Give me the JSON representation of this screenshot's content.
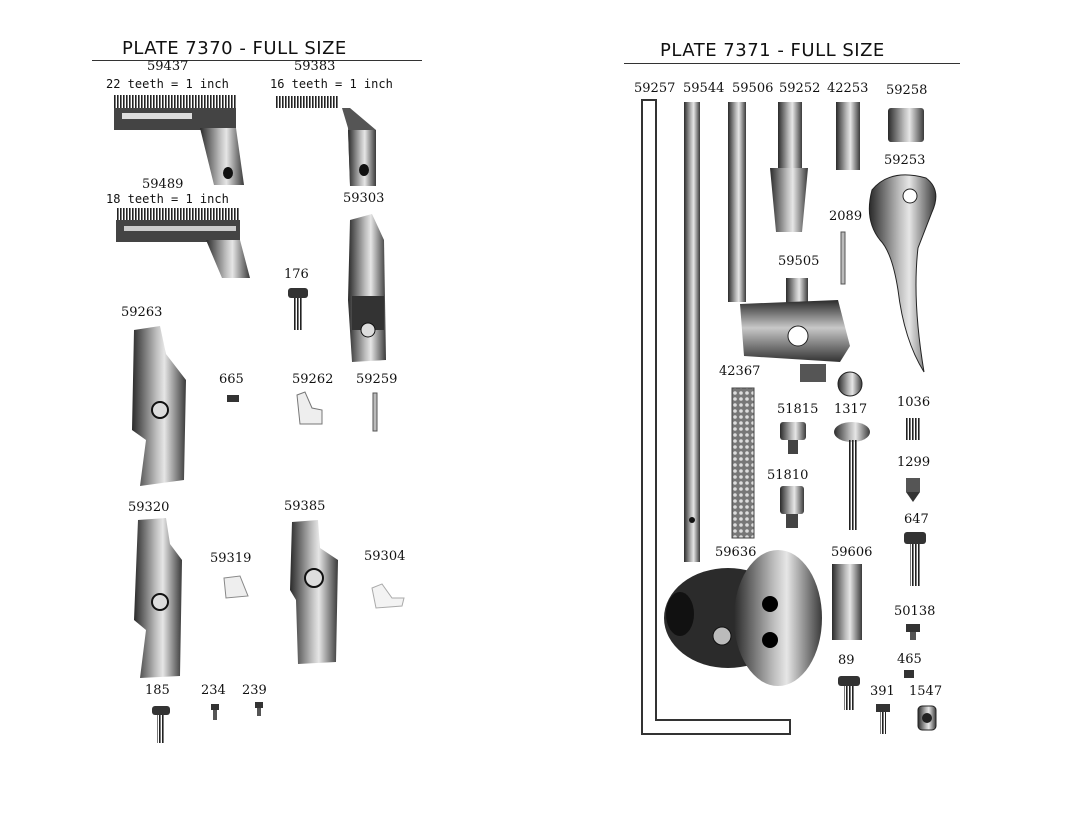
{
  "left_plate": {
    "title": "PLATE 7370 - FULL SIZE",
    "labels": {
      "p59437": "59437",
      "p59437_note": "22 teeth = 1 inch",
      "p59383": "59383",
      "p59383_note": "16 teeth = 1 inch",
      "p59489": "59489",
      "p59489_note": "18 teeth = 1 inch",
      "p59303": "59303",
      "p176": "176",
      "p59263": "59263",
      "p665": "665",
      "p59262": "59262",
      "p59259": "59259",
      "p59320": "59320",
      "p59385": "59385",
      "p59319": "59319",
      "p59304": "59304",
      "p185": "185",
      "p234": "234",
      "p239": "239"
    }
  },
  "right_plate": {
    "title": "PLATE 7371 - FULL SIZE",
    "labels": {
      "p59257": "59257",
      "p59544": "59544",
      "p59506": "59506",
      "p59252": "59252",
      "p42253": "42253",
      "p59258": "59258",
      "p59253": "59253",
      "p2089": "2089",
      "p59505": "59505",
      "p42367": "42367",
      "p51815": "51815",
      "p1317": "1317",
      "p1036": "1036",
      "p1299": "1299",
      "p51810": "51810",
      "p647": "647",
      "p59636": "59636",
      "p59606": "59606",
      "p50138": "50138",
      "p89": "89",
      "p465": "465",
      "p391": "391",
      "p1547": "1547"
    }
  }
}
